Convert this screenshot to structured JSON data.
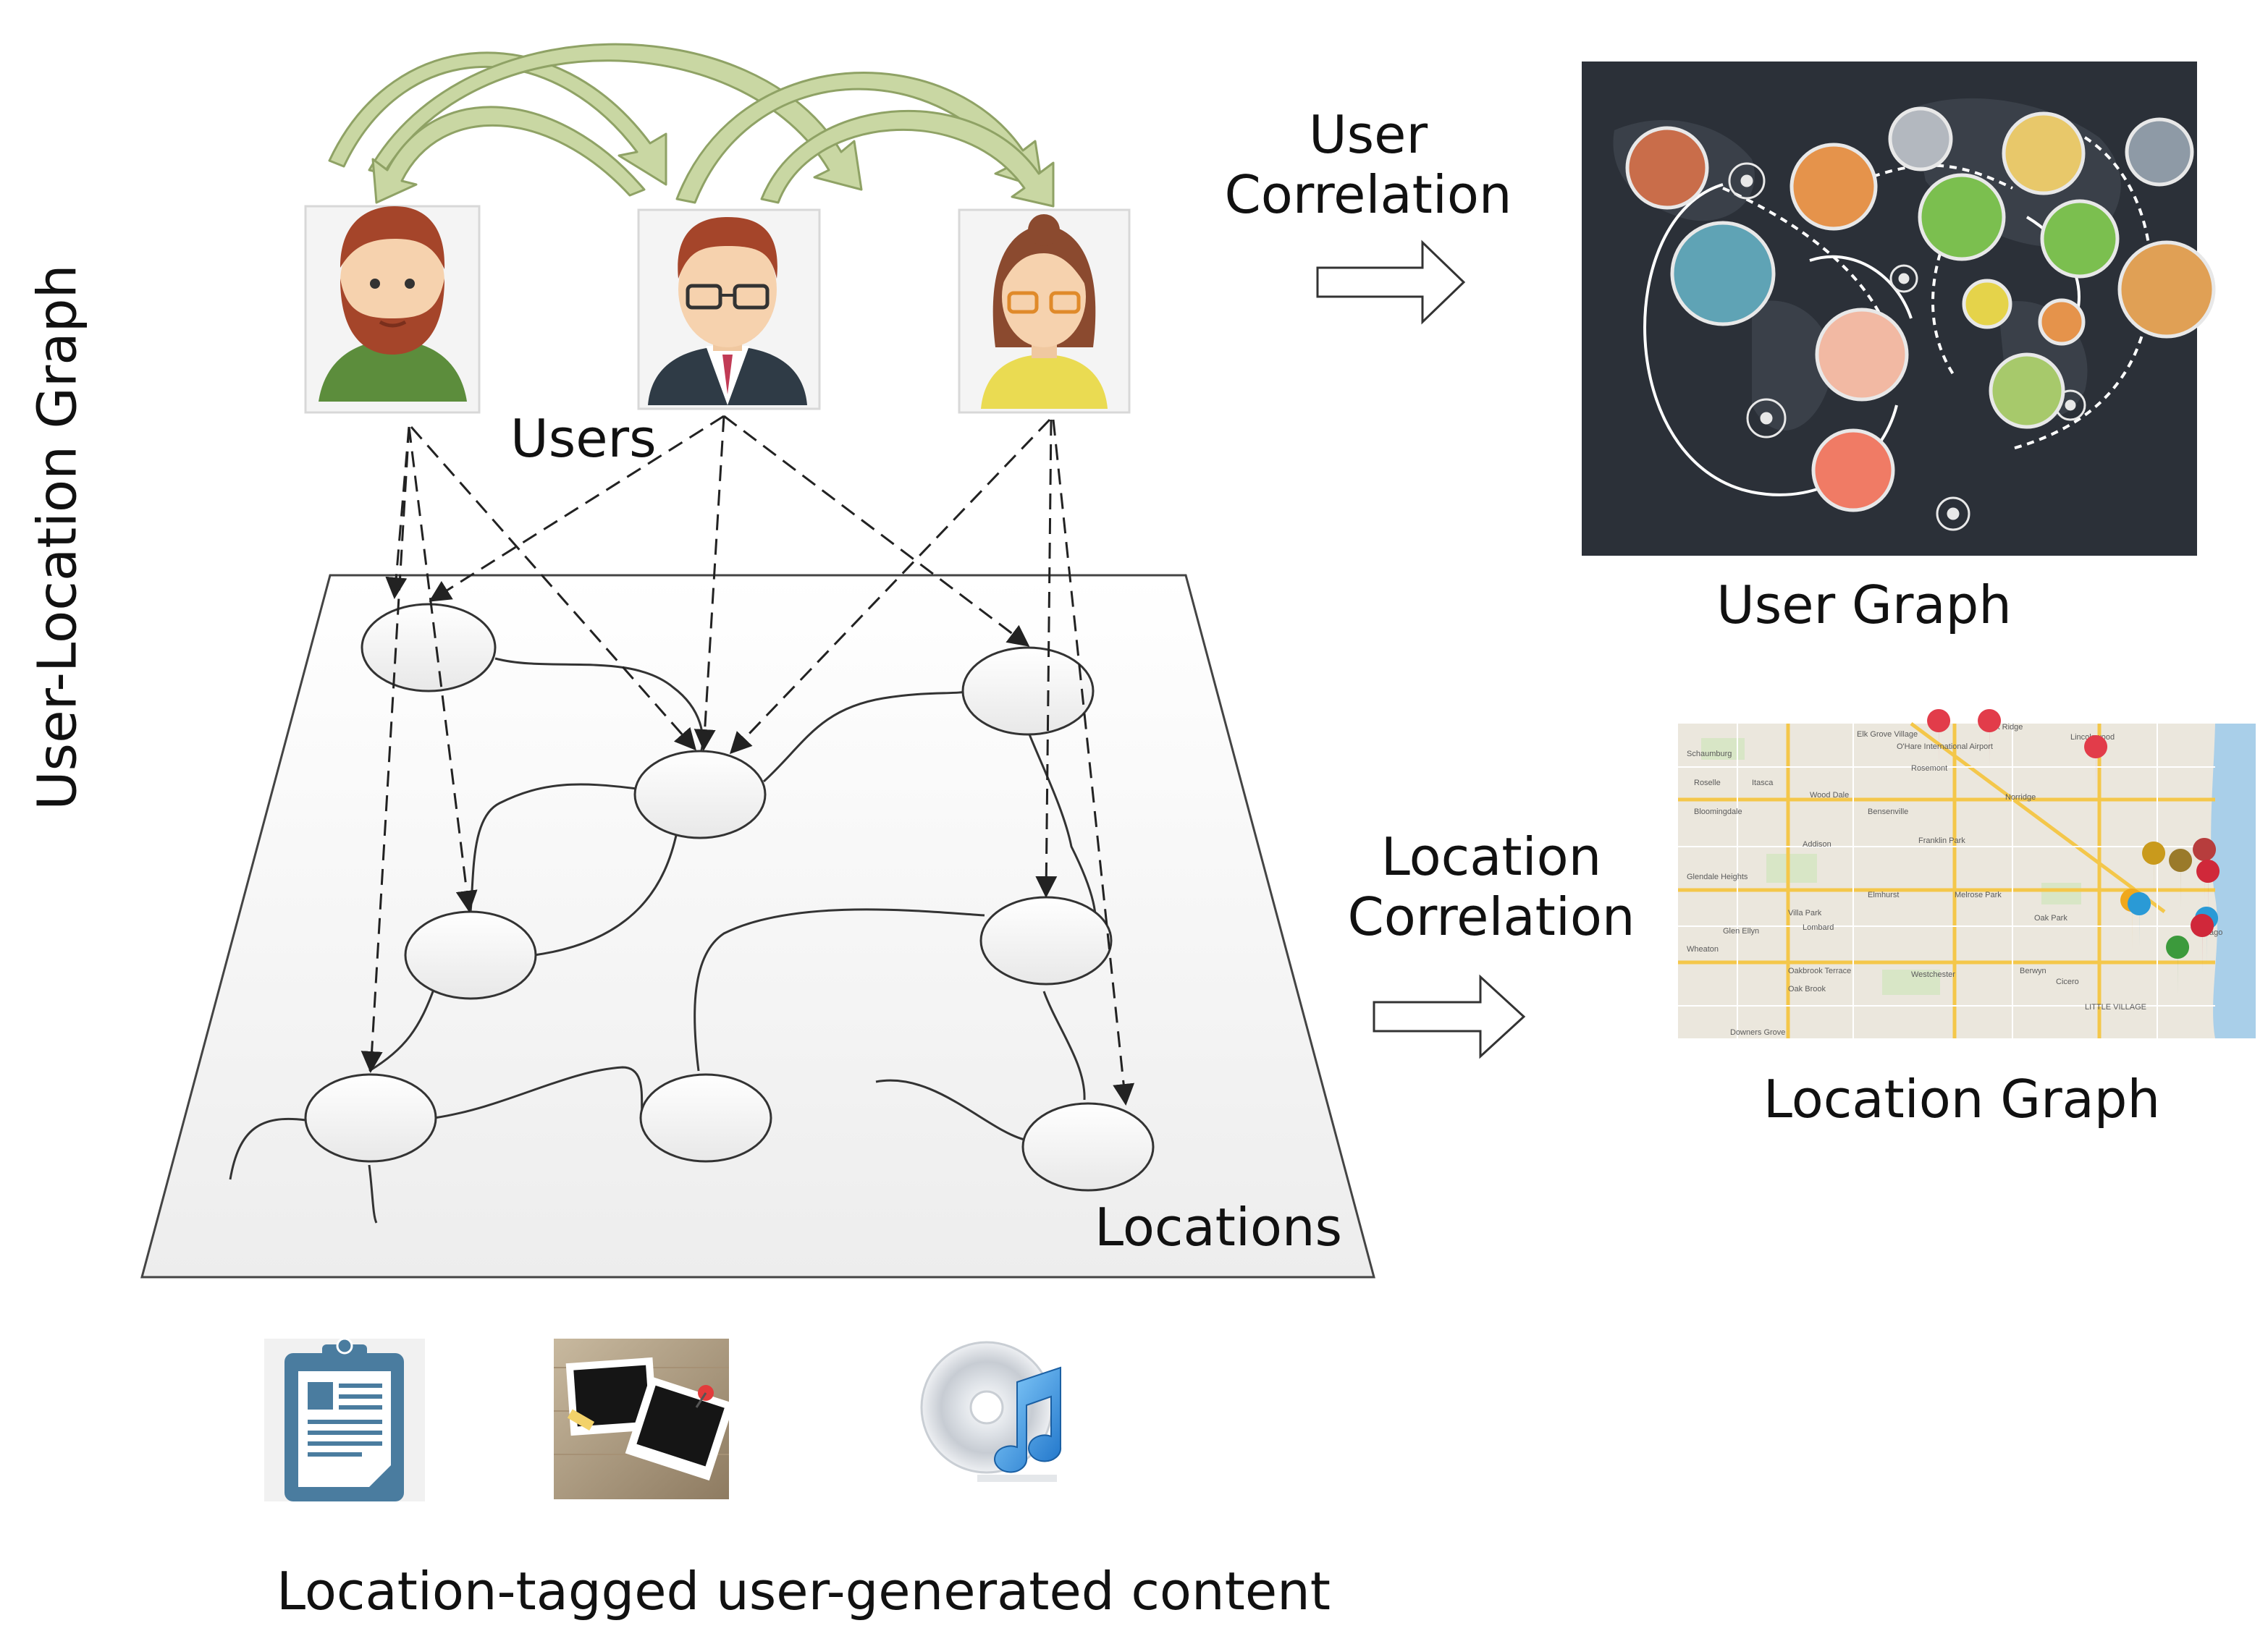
{
  "labels": {
    "side_title": "User-Location Graph",
    "users": "Users",
    "locations": "Locations",
    "content": "Location-tagged user-generated content",
    "user_correlation_line1": "User",
    "user_correlation_line2": "Correlation",
    "user_graph": "User Graph",
    "location_correlation_line1": "Location",
    "location_correlation_line2": "Correlation",
    "location_graph": "Location Graph"
  },
  "map_labels": [
    "Elk Grove Village",
    "O'Hare International Airport",
    "Park Ridge",
    "Lincolnwood",
    "Rosemont",
    "Schaumburg",
    "Itasca",
    "Wood Dale",
    "Bensenville",
    "Norridge",
    "Roselle",
    "Bloomingdale",
    "Addison",
    "Franklin Park",
    "Glendale Heights",
    "Elmhurst",
    "Melrose Park",
    "Oak Park",
    "Villa Park",
    "Lombard",
    "Glen Ellyn",
    "Wheaton",
    "Oakbrook Terrace",
    "Westchester",
    "Berwyn",
    "Cicero",
    "Oak Brook",
    "Chicago",
    "Downers Grove",
    "LITTLE VILLAGE"
  ],
  "colors": {
    "user_arrow_fill": "#c9d7a3",
    "user_arrow_stroke": "#8fa265",
    "user_graph_bg": "#2b3038",
    "map_bg": "#ebe7dd",
    "lake": "#a9cfe9"
  },
  "icons": {
    "users": [
      "man-beard-avatar-icon",
      "man-glasses-suit-avatar-icon",
      "woman-glasses-avatar-icon"
    ],
    "content": [
      "clipboard-document-icon",
      "photo-frames-icon",
      "music-cd-icon"
    ]
  }
}
